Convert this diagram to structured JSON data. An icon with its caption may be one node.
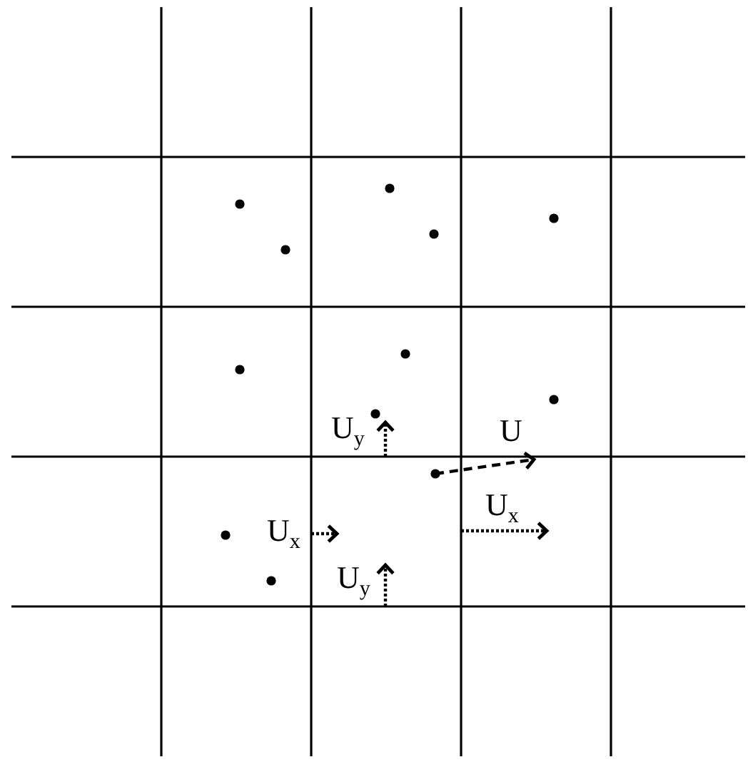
{
  "diagram": {
    "labels": [
      "U$_{y}$",
      "U",
      "U$_{x}$",
      "U$_{x}$",
      "U$_{y}$"
    ]
  }
}
